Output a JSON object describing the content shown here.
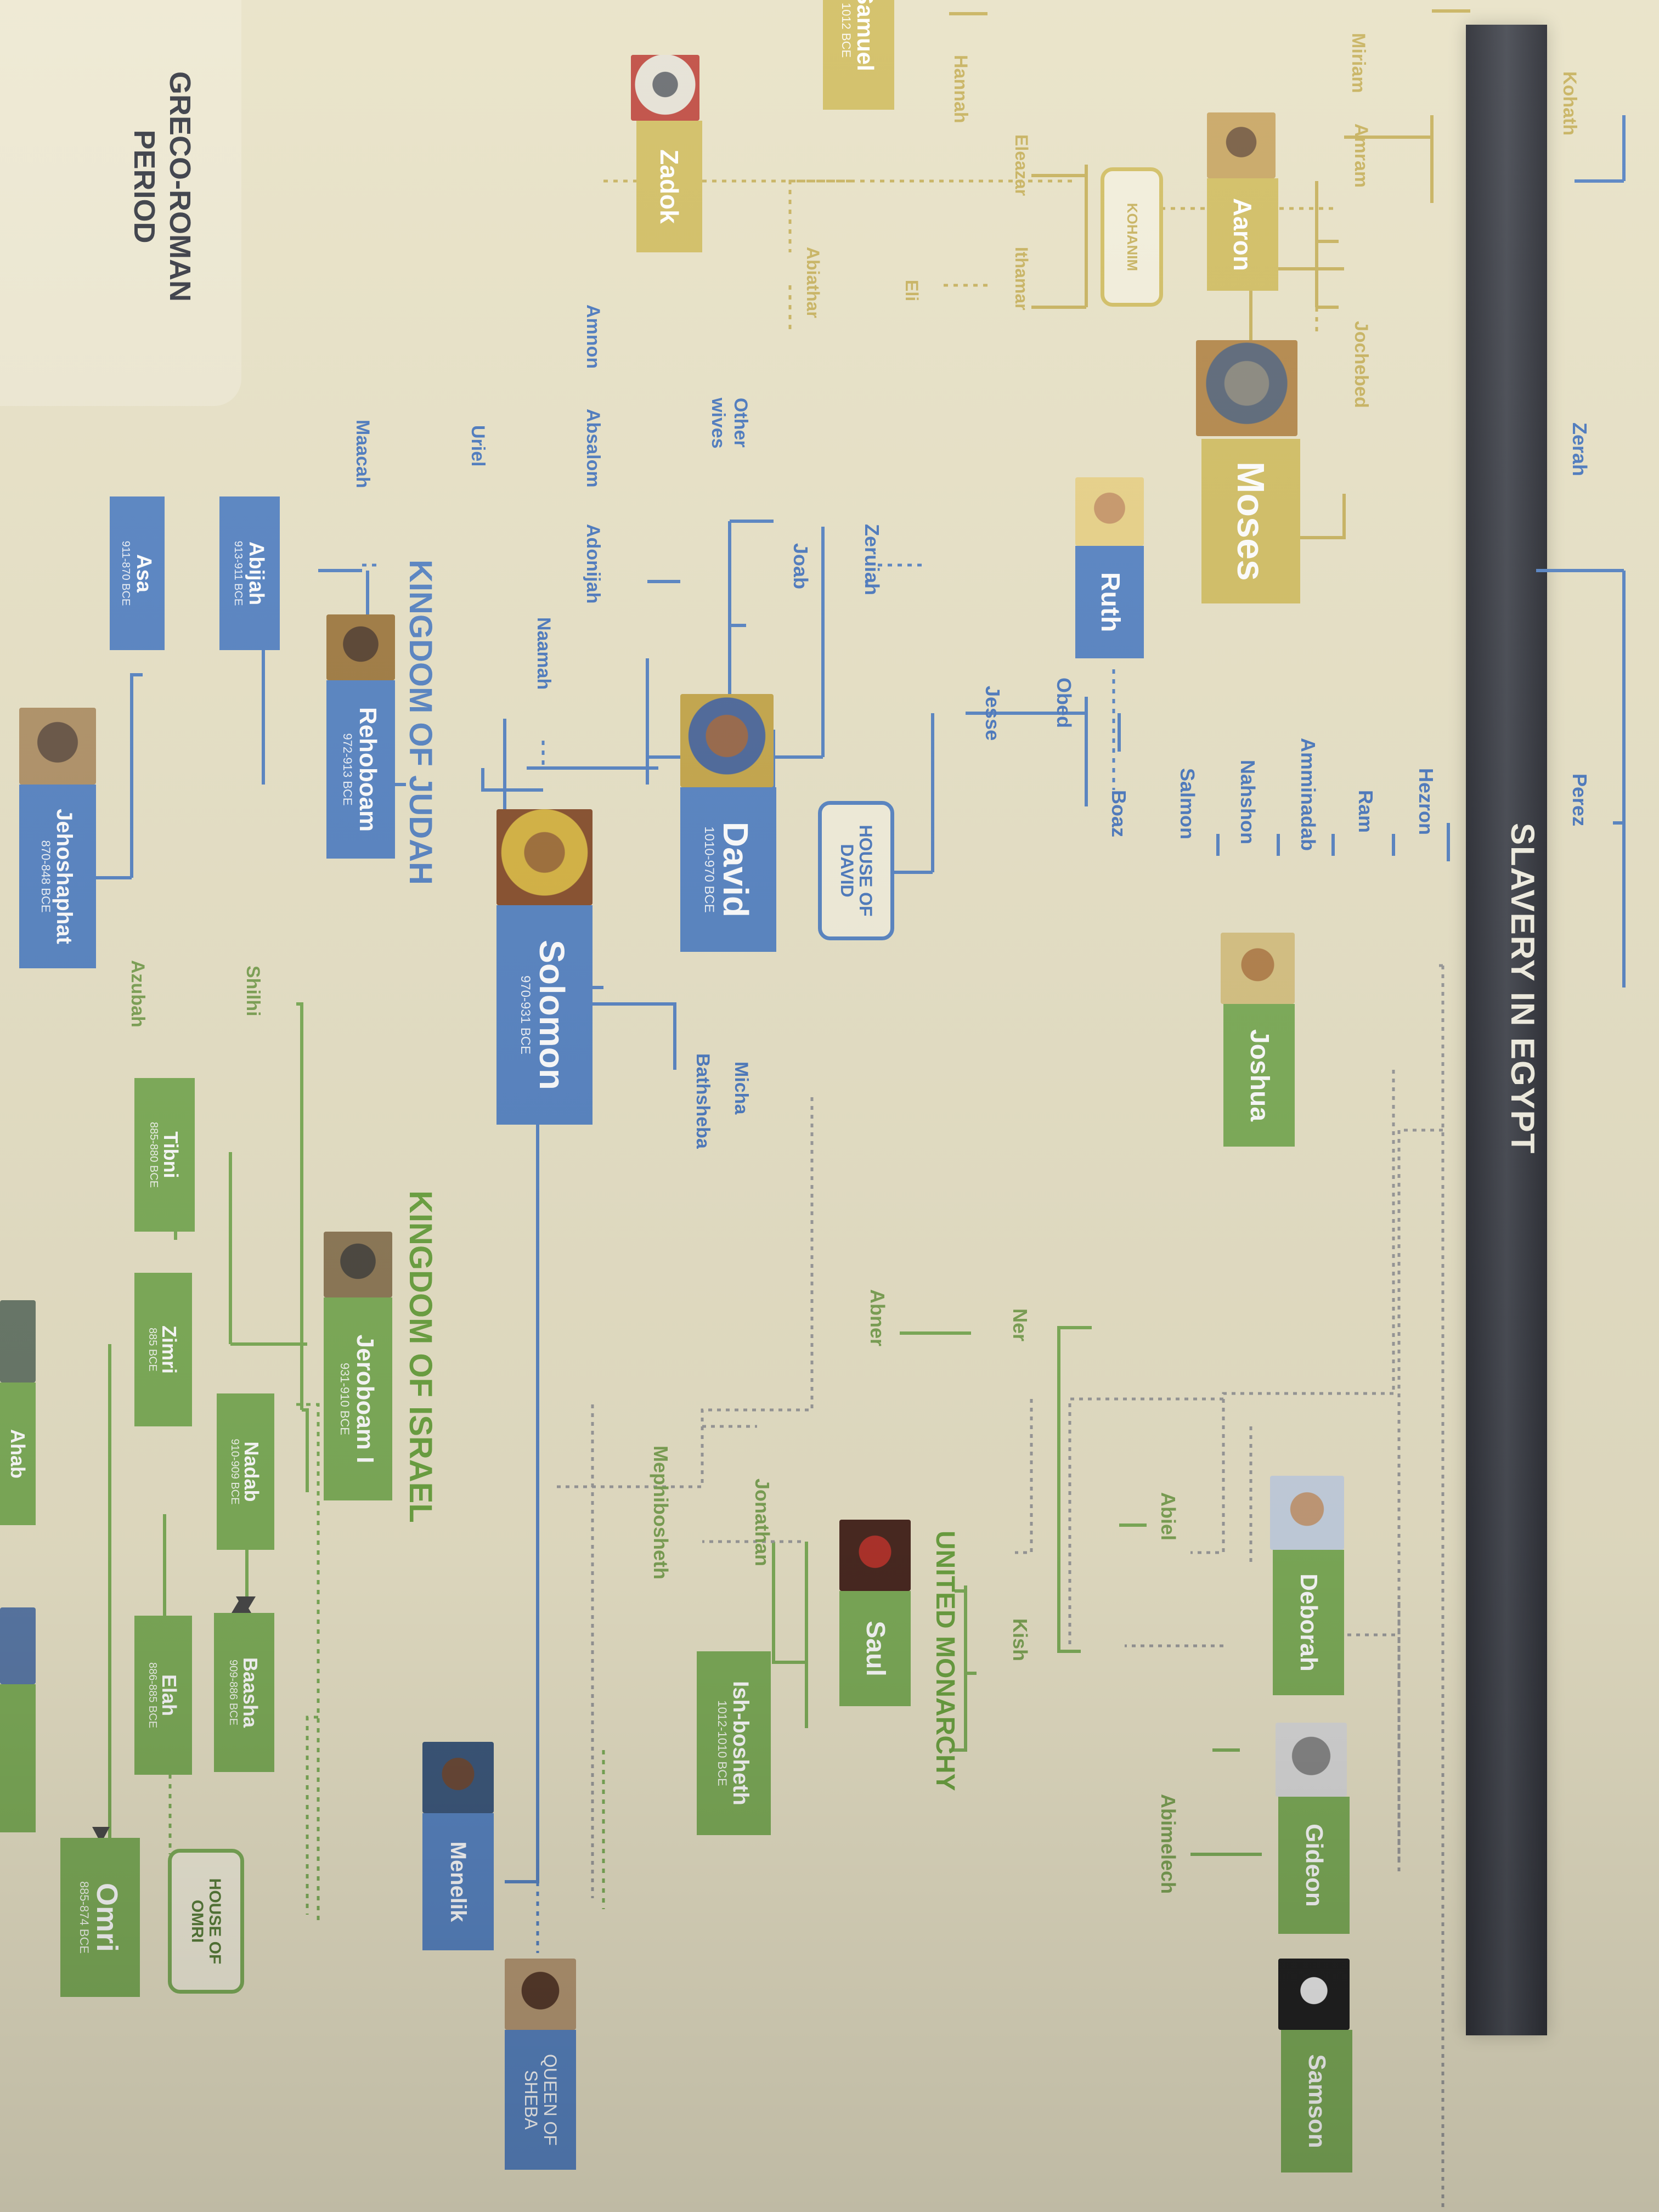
{
  "banners": {
    "slavery": "SLAVERY IN EGYPT",
    "judah": "KINGDOM OF JUDAH",
    "israel": "KINGDOM OF ISRAEL",
    "united": "UNITED MONARCHY",
    "greco": "GRECO-ROMAN PERIOD"
  },
  "badges": {
    "kohanim": "KOHANIM",
    "house_david": "HOUSE OF DAVID",
    "house_omri": "HOUSE OF OMRI"
  },
  "boxes": {
    "moses": {
      "name": "Moses"
    },
    "aaron": {
      "name": "Aaron"
    },
    "zadok": {
      "name": "Zadok"
    },
    "samuel": {
      "name": "Samuel",
      "dates": "1012 BCE"
    },
    "ruth": {
      "name": "Ruth"
    },
    "david": {
      "name": "David",
      "dates": "1010-970 BCE"
    },
    "solomon": {
      "name": "Solomon",
      "dates": "970-931 BCE"
    },
    "rehoboam": {
      "name": "Rehoboam",
      "dates": "972-913 BCE"
    },
    "abijah": {
      "name": "Abijah",
      "dates": "913-911 BCE"
    },
    "asa": {
      "name": "Asa",
      "dates": "911-870 BCE"
    },
    "jehoshaphat": {
      "name": "Jehoshaphat",
      "dates": "870-848 BCE"
    },
    "joshua": {
      "name": "Joshua"
    },
    "deborah": {
      "name": "Deborah"
    },
    "gideon": {
      "name": "Gideon"
    },
    "samson": {
      "name": "Samson"
    },
    "saul": {
      "name": "Saul"
    },
    "ishbosheth": {
      "name": "Ish-bosheth",
      "dates": "1012-1010 BCE"
    },
    "jeroboam": {
      "name": "Jeroboam I",
      "dates": "931-910 BCE"
    },
    "nadab": {
      "name": "Nadab",
      "dates": "910-909 BCE"
    },
    "baasha": {
      "name": "Baasha",
      "dates": "909-886 BCE"
    },
    "elah": {
      "name": "Elah",
      "dates": "886-885 BCE"
    },
    "zimri": {
      "name": "Zimri",
      "dates": "885 BCE"
    },
    "tibni": {
      "name": "Tibni",
      "dates": "885-880 BCE"
    },
    "omri": {
      "name": "Omri",
      "dates": "885-874 BCE"
    },
    "ahab": {
      "name": "Ahab"
    },
    "menelik": {
      "name": "Menelik"
    },
    "queen_sheba": {
      "name": "QUEEN OF SHEBA"
    }
  },
  "names": {
    "kohath": "Kohath",
    "miriam": "Miriam",
    "hannah": "Hannah",
    "amram": "Amram",
    "jochebed": "Jochebed",
    "eleazar": "Eleazar",
    "ithamar": "Ithamar",
    "eli": "Eli",
    "abiathar": "Abiathar",
    "zerah": "Zerah",
    "perez": "Perez",
    "hezron": "Hezron",
    "ram": "Ram",
    "amminadab": "Amminadab",
    "nahshon": "Nahshon",
    "salmon": "Salmon",
    "boaz": "Boaz",
    "obed": "Obed",
    "jesse": "Jesse",
    "zeruiah": "Zeruiah",
    "joab": "Joab",
    "other_wives": "Other wives",
    "amnon": "Amnon",
    "absalom": "Absalom",
    "adonijah": "Adonijah",
    "uriel": "Uriel",
    "maacah": "Maacah",
    "naamah": "Naamah",
    "micha": "Micha",
    "bathsheba": "Bathsheba",
    "shilhi": "Shilhi",
    "azubah": "Azubah",
    "ner": "Ner",
    "abner": "Abner",
    "abiel": "Abiel",
    "kish": "Kish",
    "jonathan": "Jonathan",
    "mephibosheth": "Mephibosheth",
    "abimelech": "Abimelech"
  },
  "colors": {
    "judah_blue": "#5a86c4",
    "israel_green": "#7fae5a",
    "priest_yellow": "#d3c067",
    "banner_dark": "#3b3d44",
    "paper": "#e9e3c8"
  }
}
